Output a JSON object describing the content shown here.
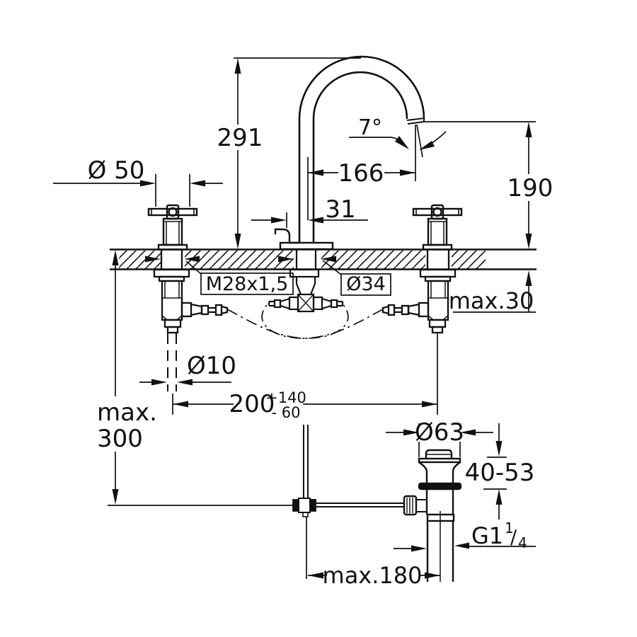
{
  "drawing": {
    "type": "technical-installation-diagram",
    "subject": "3-hole basin mixer with cross handles, C-spout and pop-up waste",
    "line_color": "#111111",
    "background_color": "#ffffff",
    "dims": {
      "spout_height": "291",
      "spray_angle": "7°",
      "spout_reach": "166",
      "outlet_height": "190",
      "handle_diameter": "Ø 50",
      "spout_base_offset": "31",
      "shank_thread": "M28x1,5",
      "mounting_hole_diameter": "Ø34",
      "max_deck_thickness": "max.30",
      "rod_diameter": "Ø10",
      "hole_spacing": "200",
      "hole_spacing_tol_plus": "+140",
      "hole_spacing_tol_minus": "- 60",
      "max_rod_length_word": "max.",
      "max_rod_length_value": "300",
      "waste_flange_diameter": "Ø63",
      "waste_clamp_range": "40-53",
      "waste_thread_prefix": "G1",
      "waste_thread_numerator": "1",
      "waste_thread_slash": "/",
      "waste_thread_denominator": "4",
      "max_rod_reach": "max.180"
    }
  }
}
